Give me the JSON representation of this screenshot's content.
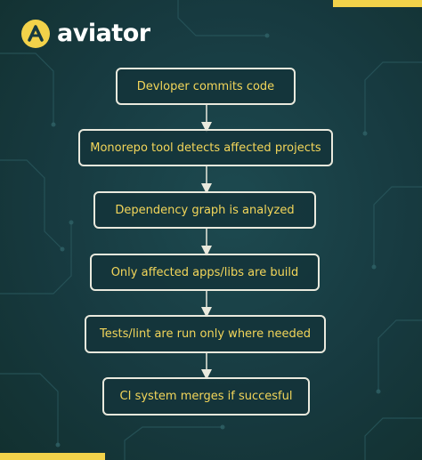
{
  "brand": {
    "name": "aviator",
    "accent_color": "#f2d24a"
  },
  "flow": {
    "steps": [
      "Devloper commits code",
      "Monorepo tool detects affected projects",
      "Dependency graph is analyzed",
      "Only affected apps/libs are build",
      "Tests/lint are run only where needed",
      "CI system merges if succesful"
    ]
  },
  "colors": {
    "background": "#173a40",
    "node_text": "#f3d65a",
    "node_border": "#e9e9dd"
  }
}
